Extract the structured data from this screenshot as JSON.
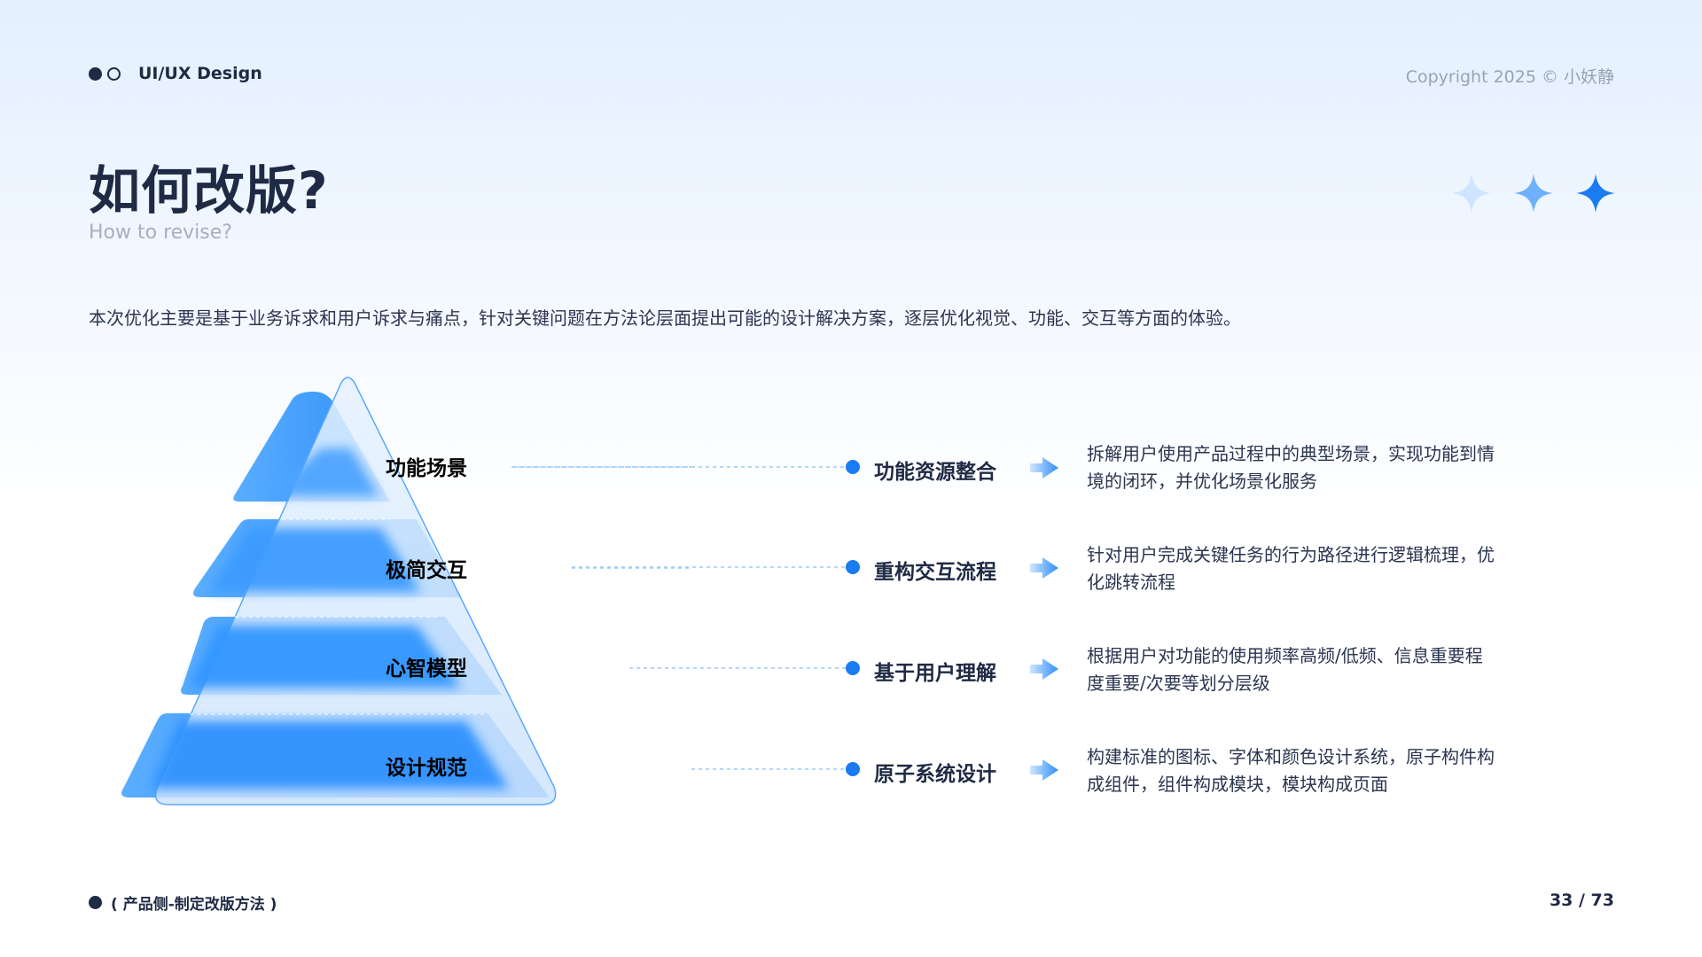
{
  "header": {
    "brand": "UI/UX Design",
    "copyright": "Copyright 2025 © 小妖静"
  },
  "title": "如何改版?",
  "subtitle": "How to revise?",
  "description": "本次优化主要是基于业务诉求和用户诉求与痛点，针对关键问题在方法论层面提出可能的设计解决方案，逐层优化视觉、功能、交互等方面的体验。",
  "pyramid": {
    "layers": [
      "功能场景",
      "极简交互",
      "心智模型",
      "设计规范"
    ]
  },
  "items": [
    {
      "title": "功能资源整合",
      "desc_line1": "拆解用户使用产品过程中的典型场景，实现功能到情",
      "desc_line2": "境的闭环，并优化场景化服务"
    },
    {
      "title": "重构交互流程",
      "desc_line1": "针对用户完成关键任务的行为路径进行逻辑梳理，优",
      "desc_line2": "化跳转流程"
    },
    {
      "title": "基于用户理解",
      "desc_line1": "根据用户对功能的使用频率高频/低频、信息重要程",
      "desc_line2": "度重要/次要等划分层级"
    },
    {
      "title": "原子系统设计",
      "desc_line1": "构建标准的图标、字体和颜色设计系统，原子构件构",
      "desc_line2": "成组件，组件构成模块，模块构成页面"
    }
  ],
  "footer": {
    "section": "( 产品侧-制定改版方法 )",
    "page": "33 / 73"
  },
  "colors": {
    "accent": "#1a7cf0",
    "dark": "#1f2a44",
    "muted": "#9aa3b3"
  }
}
